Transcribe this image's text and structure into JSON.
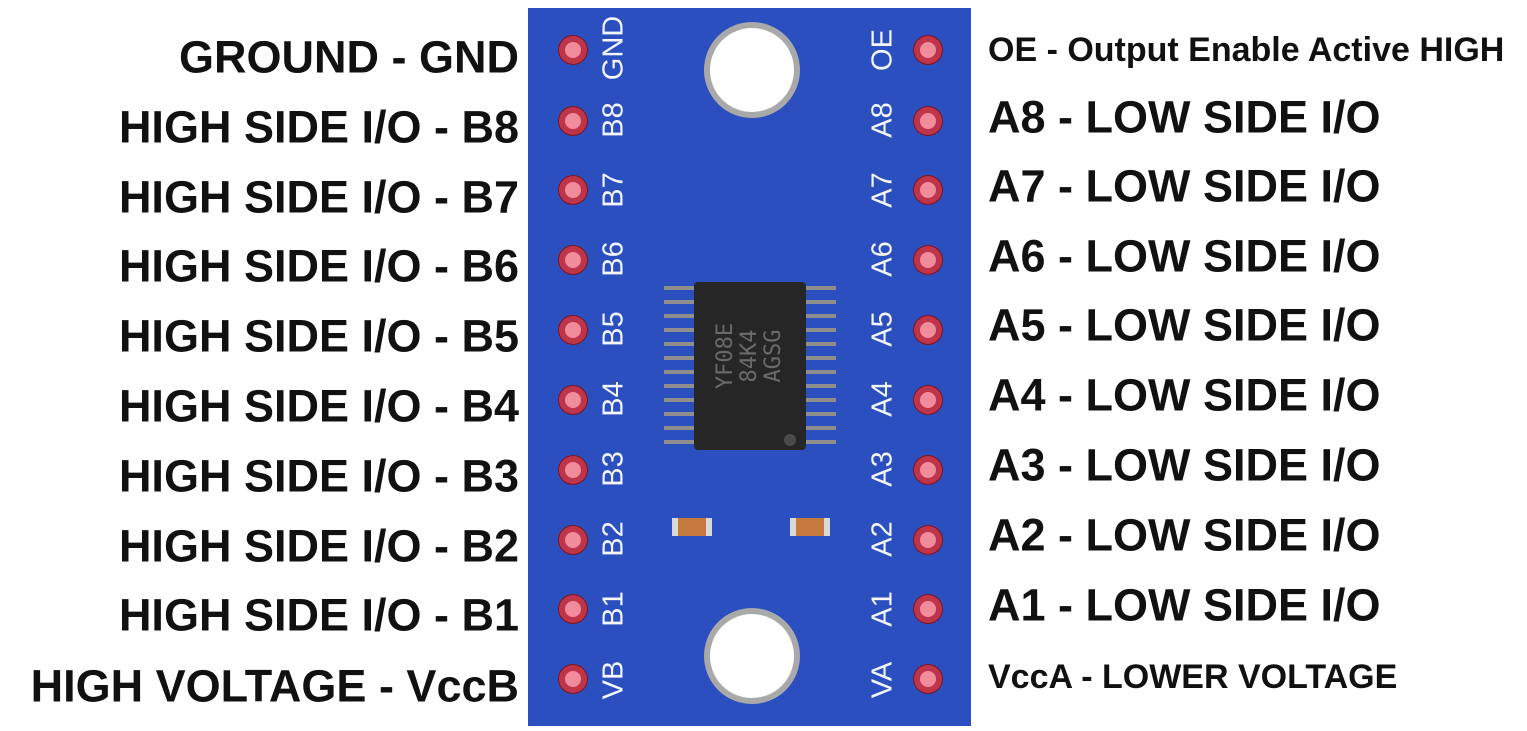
{
  "left_labels": [
    "GROUND - GND",
    "HIGH SIDE I/O - B8",
    "HIGH SIDE I/O - B7",
    "HIGH SIDE I/O - B6",
    "HIGH SIDE I/O - B5",
    "HIGH SIDE I/O - B4",
    "HIGH SIDE I/O - B3",
    "HIGH SIDE I/O - B2",
    "HIGH SIDE I/O - B1",
    "HIGH VOLTAGE - VccB"
  ],
  "right_labels": [
    "OE - Output Enable Active HIGH",
    "A8 - LOW SIDE I/O",
    "A7 - LOW SIDE I/O",
    "A6 - LOW SIDE I/O",
    "A5 - LOW SIDE I/O",
    "A4 - LOW SIDE I/O",
    "A3 - LOW SIDE I/O",
    "A2 - LOW SIDE I/O",
    "A1 - LOW SIDE I/O",
    "VccA - LOWER VOLTAGE"
  ],
  "board": {
    "left_pins": [
      "GND",
      "B8",
      "B7",
      "B6",
      "B5",
      "B4",
      "B3",
      "B2",
      "B1",
      "VB"
    ],
    "right_pins": [
      "OE",
      "A8",
      "A7",
      "A6",
      "A5",
      "A4",
      "A3",
      "A2",
      "A1",
      "VA"
    ],
    "chip_marking": [
      "YF08E",
      "84K4",
      "AGSG"
    ]
  },
  "colors": {
    "board": "#2b4fbf",
    "pad": "#c0344a",
    "silkscreen": "#f4f6ff",
    "chip": "#262626"
  }
}
